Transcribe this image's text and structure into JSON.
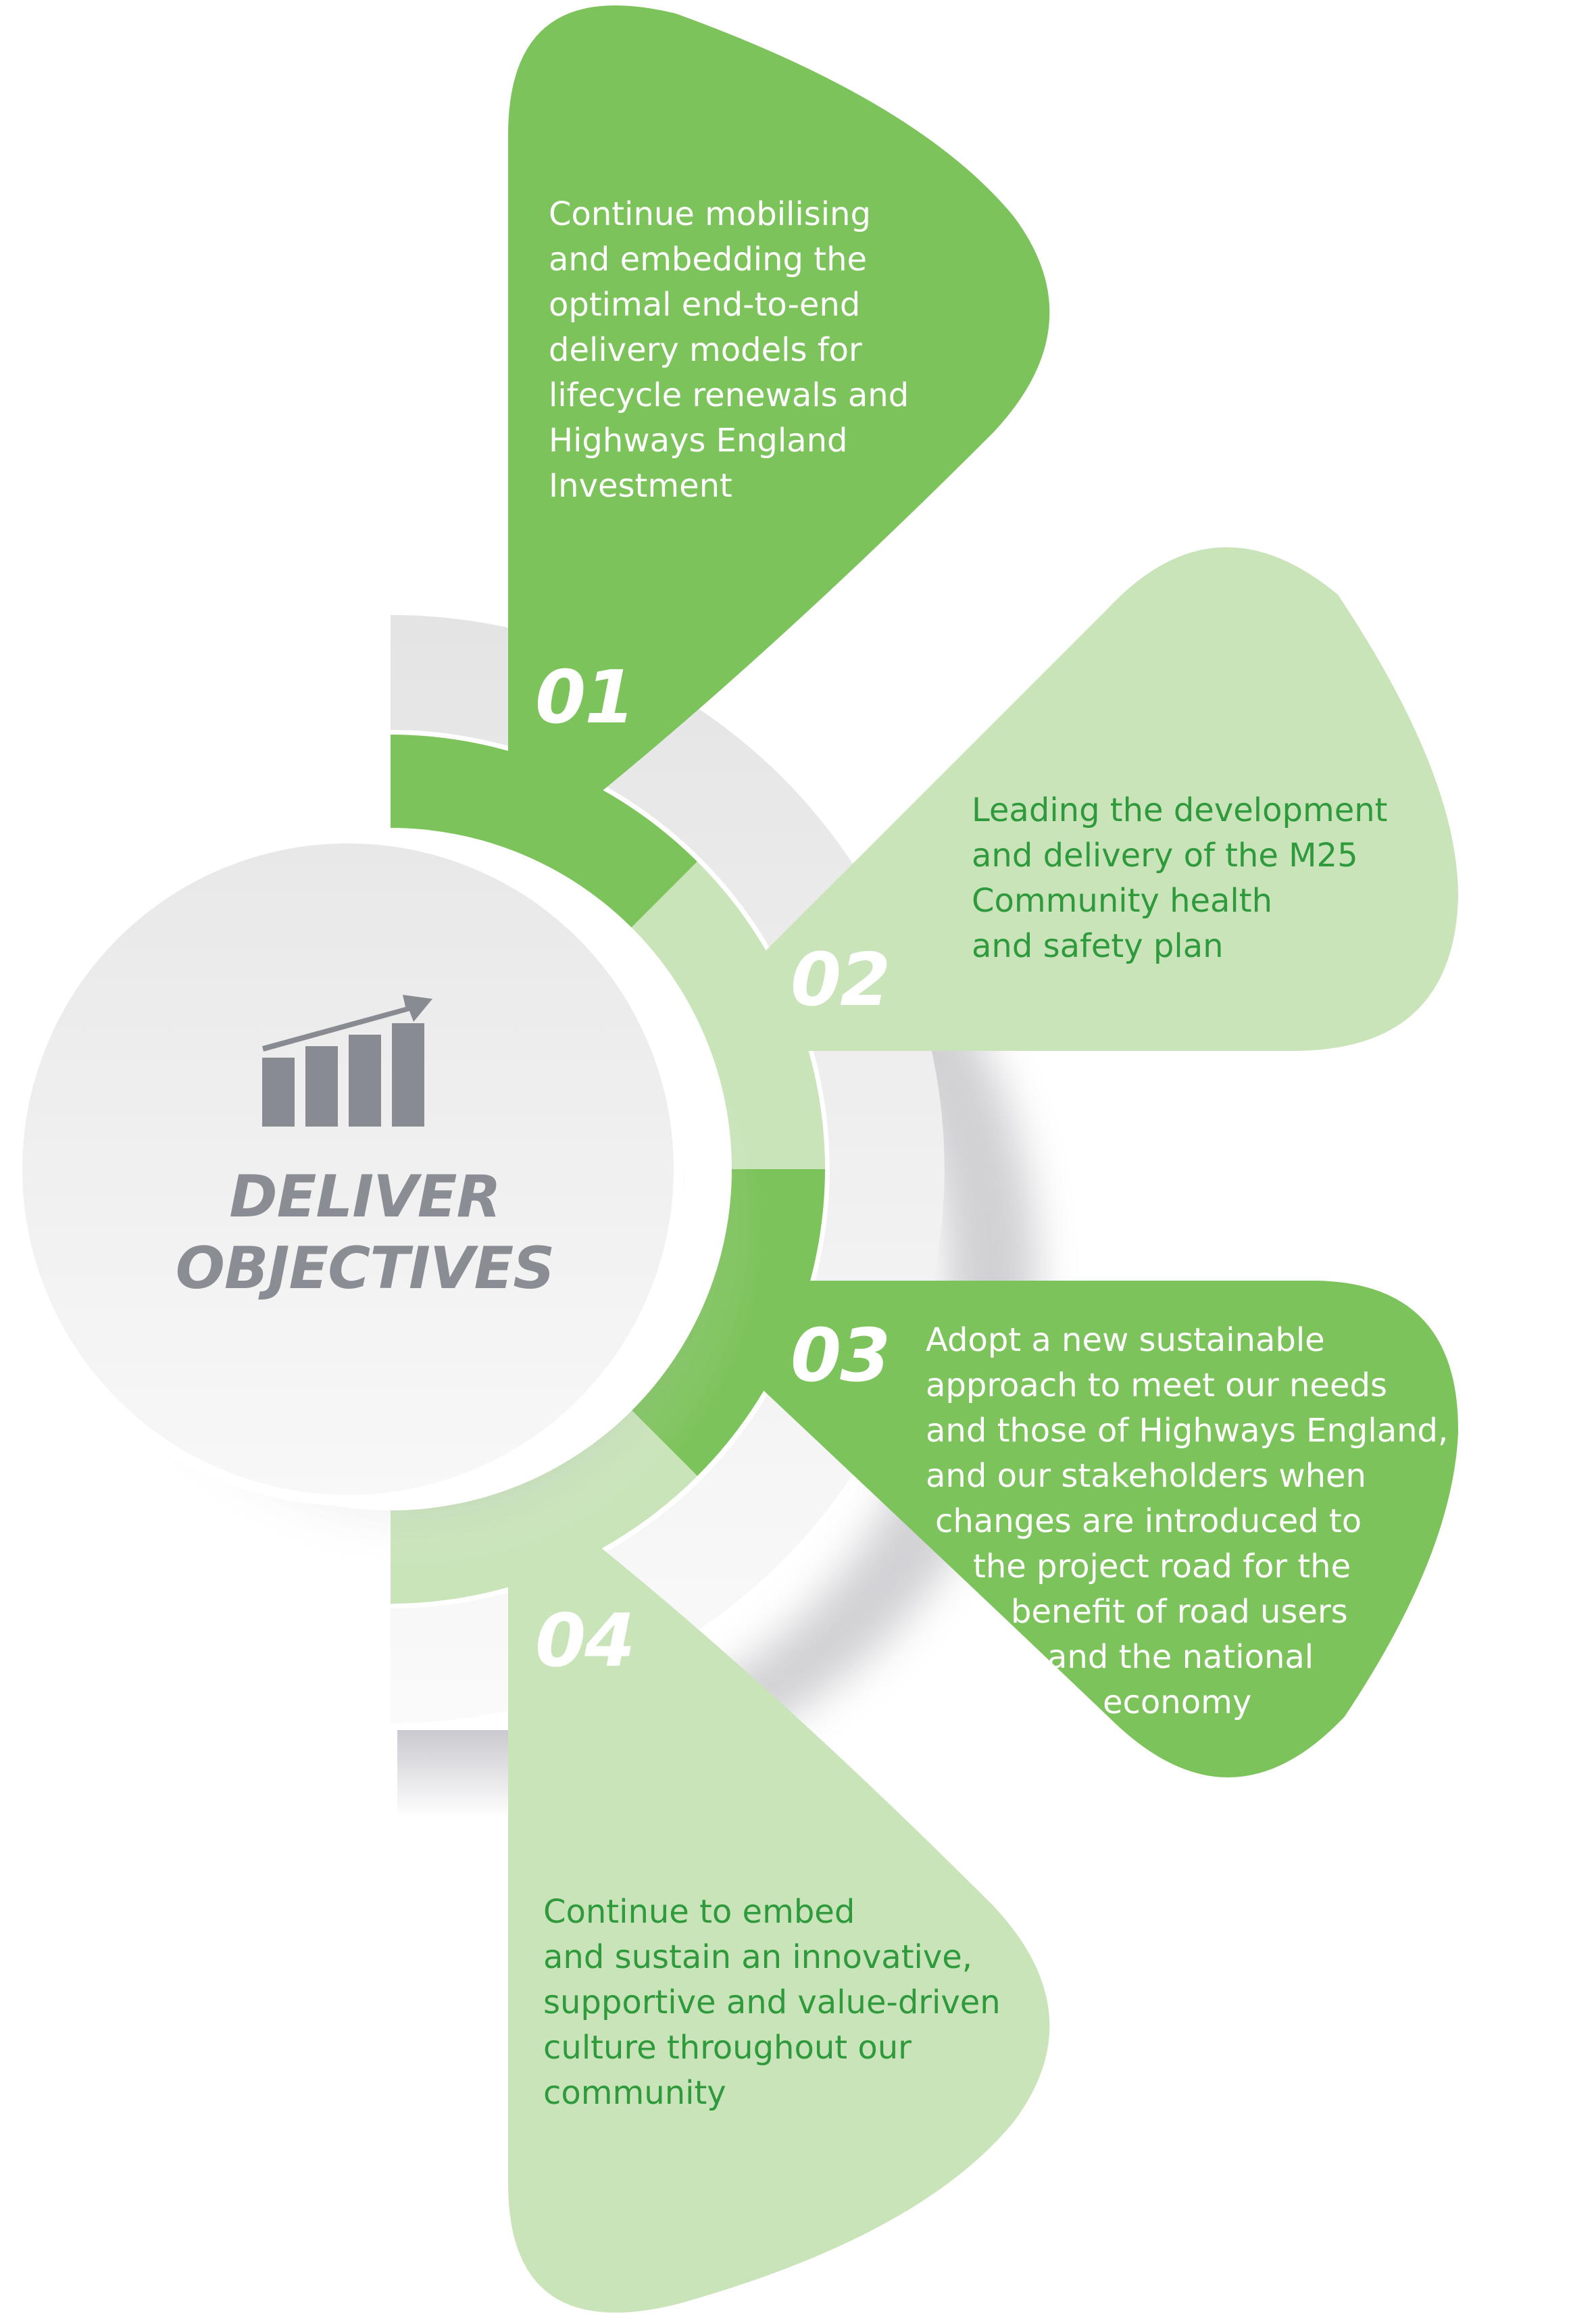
{
  "center": {
    "title_line1": "DELIVER",
    "title_line2": "OBJECTIVES",
    "icon": "bar-chart-growth-icon"
  },
  "objectives": [
    {
      "number": "01",
      "lines": [
        "Continue mobilising",
        "and embedding the",
        "optimal end-to-end",
        "delivery models for",
        "lifecycle renewals and",
        "Highways England",
        "Investment"
      ]
    },
    {
      "number": "02",
      "lines": [
        "Leading the development",
        "and delivery of the M25",
        "Community health",
        "and safety plan"
      ]
    },
    {
      "number": "03",
      "lines": [
        "Adopt a new sustainable",
        "approach to meet our needs",
        "and those of Highways England,",
        "and our stakeholders when",
        "changes are introduced to",
        "the project road for the",
        "benefit of road users",
        "and the national",
        "economy"
      ]
    },
    {
      "number": "04",
      "lines": [
        "Continue to embed",
        "and sustain an innovative,",
        "supportive and value-driven",
        "culture throughout our",
        "community"
      ]
    }
  ],
  "colors": {
    "green_dark": "#7dc35b",
    "green_light": "#c9e4b9",
    "text_green": "#2e9a3c",
    "gray_text": "#8a8d93",
    "gray_ring": "#eaeaea"
  }
}
